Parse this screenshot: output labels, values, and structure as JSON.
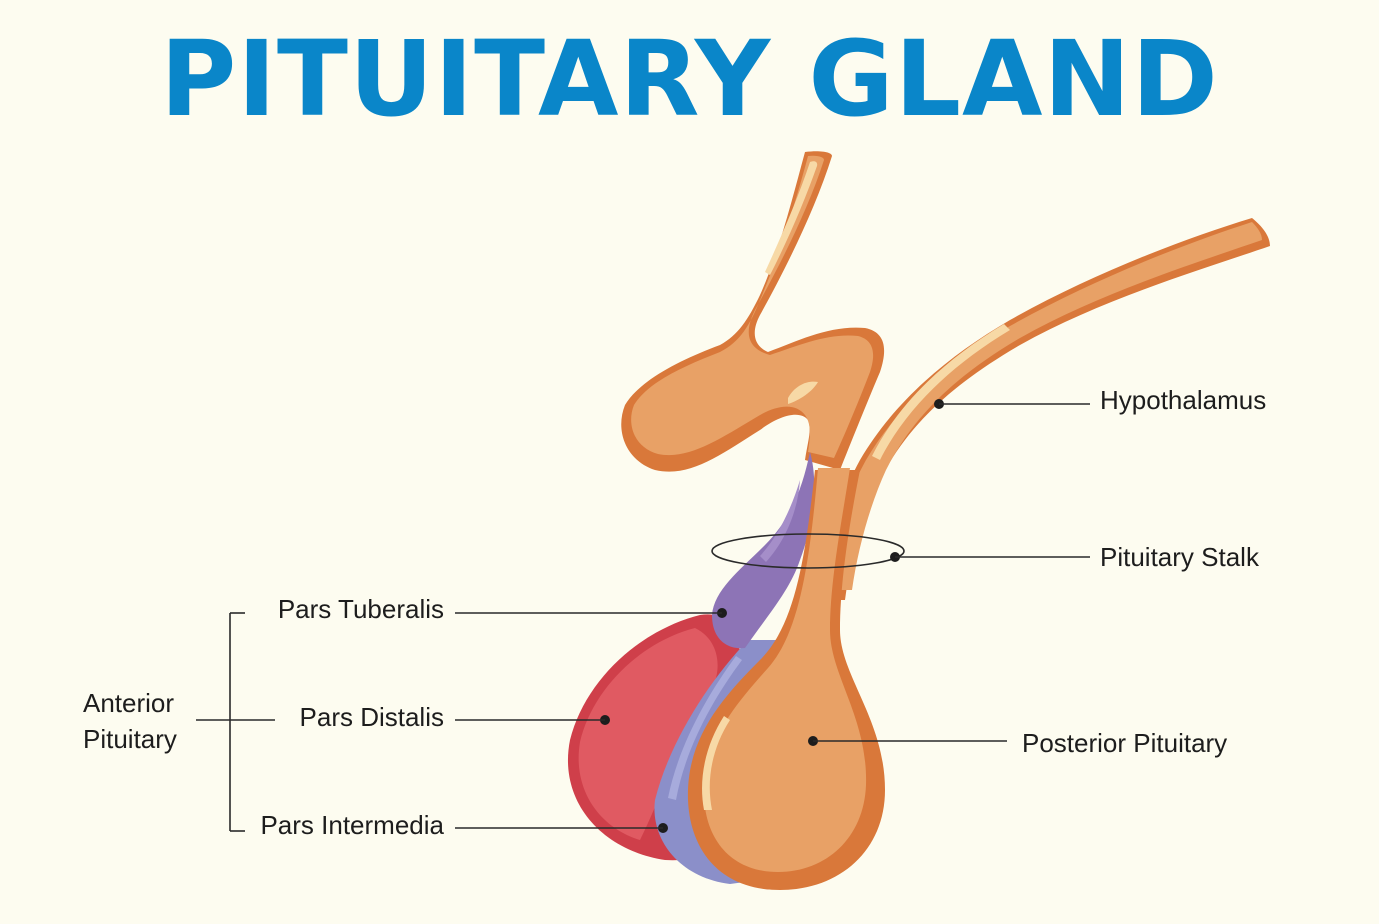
{
  "title": "PITUITARY GLAND",
  "labels": {
    "hypothalamus": "Hypothalamus",
    "pituitary_stalk": "Pituitary Stalk",
    "posterior_pituitary": "Posterior Pituitary",
    "pars_tuberalis": "Pars Tuberalis",
    "pars_distalis": "Pars Distalis",
    "pars_intermedia": "Pars Intermedia",
    "anterior_line1": "Anterior",
    "anterior_line2": "Pituitary"
  },
  "colors": {
    "title": "#0a86c9",
    "background": "#fdfcf0",
    "orange_tissue": "#e8a166",
    "orange_dark": "#d9783a",
    "highlight": "#f7d9a6",
    "red_lobe": "#e05a62",
    "red_dark": "#cf3f4a",
    "purple": "#8d74b6",
    "periwinkle": "#8b8fc9"
  }
}
